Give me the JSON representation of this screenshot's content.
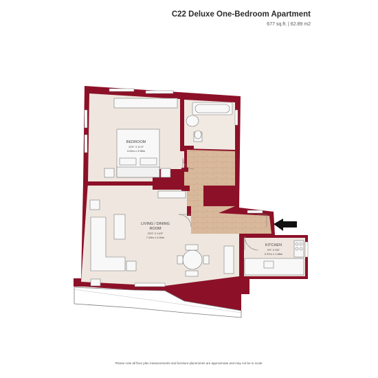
{
  "header": {
    "title": "C22 Deluxe One-Bedroom Apartment",
    "area": "677 sq.ft. | 62.89 m2"
  },
  "rooms": {
    "bedroom": {
      "name": "BEDROOM",
      "dim_imperial": "13'3\" X 11'9\"",
      "dim_metric": "4.04m x 3.58m"
    },
    "living": {
      "name_line1": "LIVING / DINING",
      "name_line2": "ROOM",
      "dim_imperial": "23'3\" X 14'9\"",
      "dim_metric": "7.09m x 4.50m"
    },
    "kitchen": {
      "name": "KITCHEN",
      "dim_imperial": "9'9\" X 5'6\"",
      "dim_metric": "2.97m x 1.68m"
    }
  },
  "colors": {
    "wall": "#8c1128",
    "floor": "#efe7df",
    "wood": "#d7b79b",
    "furniture": "#f8f8f8"
  },
  "footer": {
    "note": "Please note all floor plan measurements and furniture placements are approximate and may not be to scale."
  }
}
